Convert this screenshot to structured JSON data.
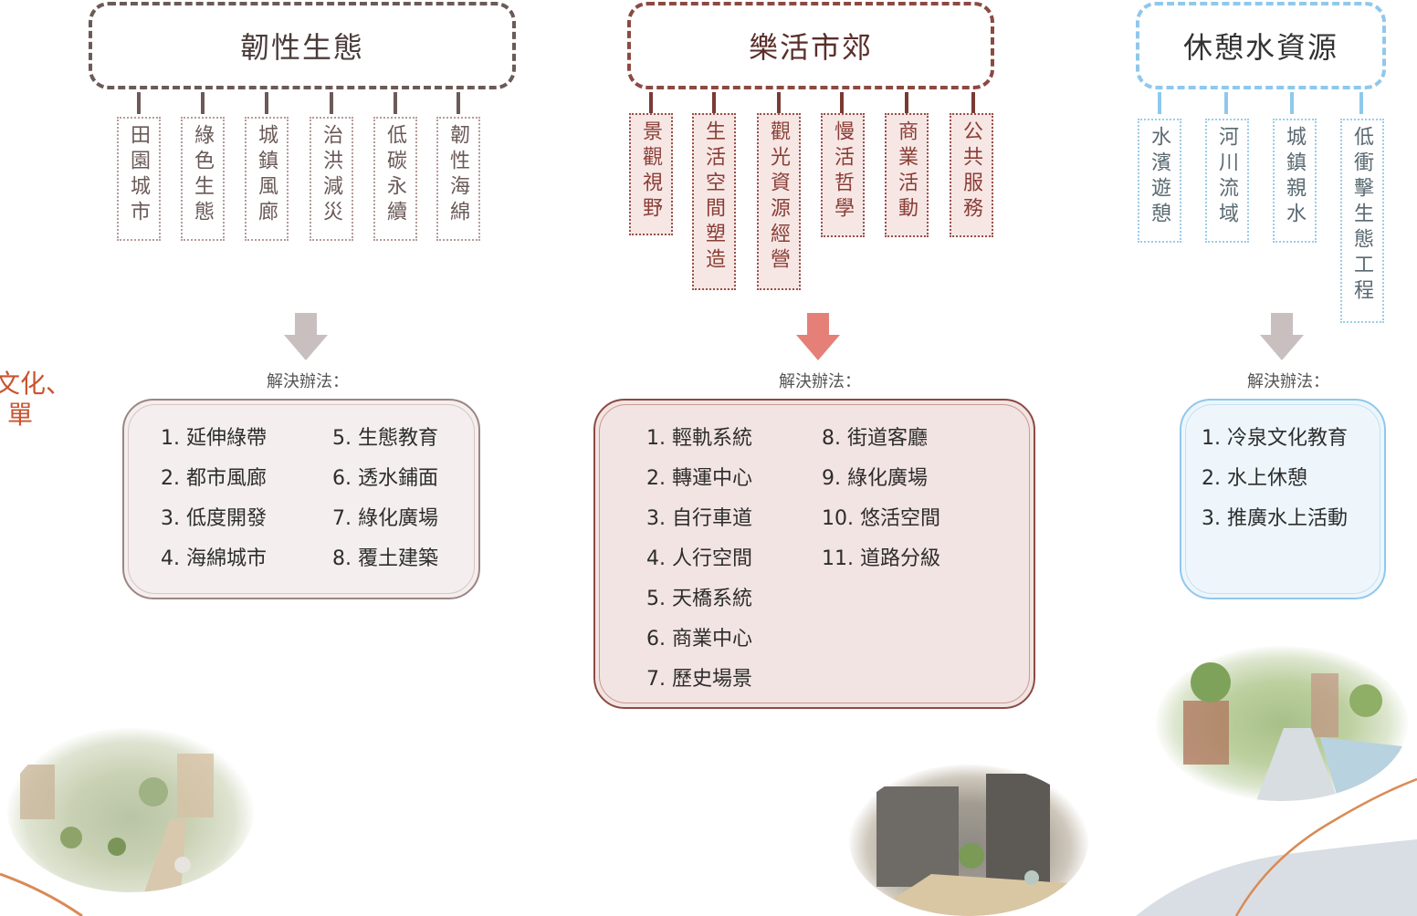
{
  "colors": {
    "resilient": "#6b5a57",
    "leisure": "#8b4a42",
    "water": "#8fc8ec",
    "arrow_grey": "#c9bfbf",
    "arrow_red": "#e58078",
    "orange_text": "#c8552e"
  },
  "left_fragment": {
    "line1": "文化、",
    "line2": "單"
  },
  "solution_label": "解決辦法：",
  "columns": [
    {
      "title": "韌性生態",
      "subs": [
        "田園城市",
        "綠色生態",
        "城鎮風廊",
        "治洪減災",
        "低碳永續",
        "韌性海綿"
      ],
      "items_left": [
        "1.  延伸綠帶",
        "2.  都市風廊",
        "3.  低度開發",
        "4.  海綿城市"
      ],
      "items_right": [
        "5.  生態教育",
        "6.  透水鋪面",
        "7.  綠化廣場",
        "8.  覆土建築"
      ]
    },
    {
      "title": "樂活市郊",
      "subs": [
        "景觀視野",
        "生活空間塑造",
        "觀光資源經營",
        "慢活哲學",
        "商業活動",
        "公共服務"
      ],
      "items_left": [
        "1.  輕軌系統",
        "2.  轉運中心",
        "3.  自行車道",
        "4.  人行空間",
        "5.  天橋系統",
        "6.  商業中心",
        "7.  歷史場景"
      ],
      "items_right": [
        "8. 街道客廳",
        "9. 綠化廣場",
        "10. 悠活空間",
        "11. 道路分級"
      ]
    },
    {
      "title": "休憩水資源",
      "subs": [
        "水濱遊憩",
        "河川流域",
        "城鎮親水",
        "低衝擊生態工程"
      ],
      "items_left": [
        "1.  冷泉文化教育",
        "2.  水上休憩",
        "3.  推廣水上活動"
      ]
    }
  ]
}
